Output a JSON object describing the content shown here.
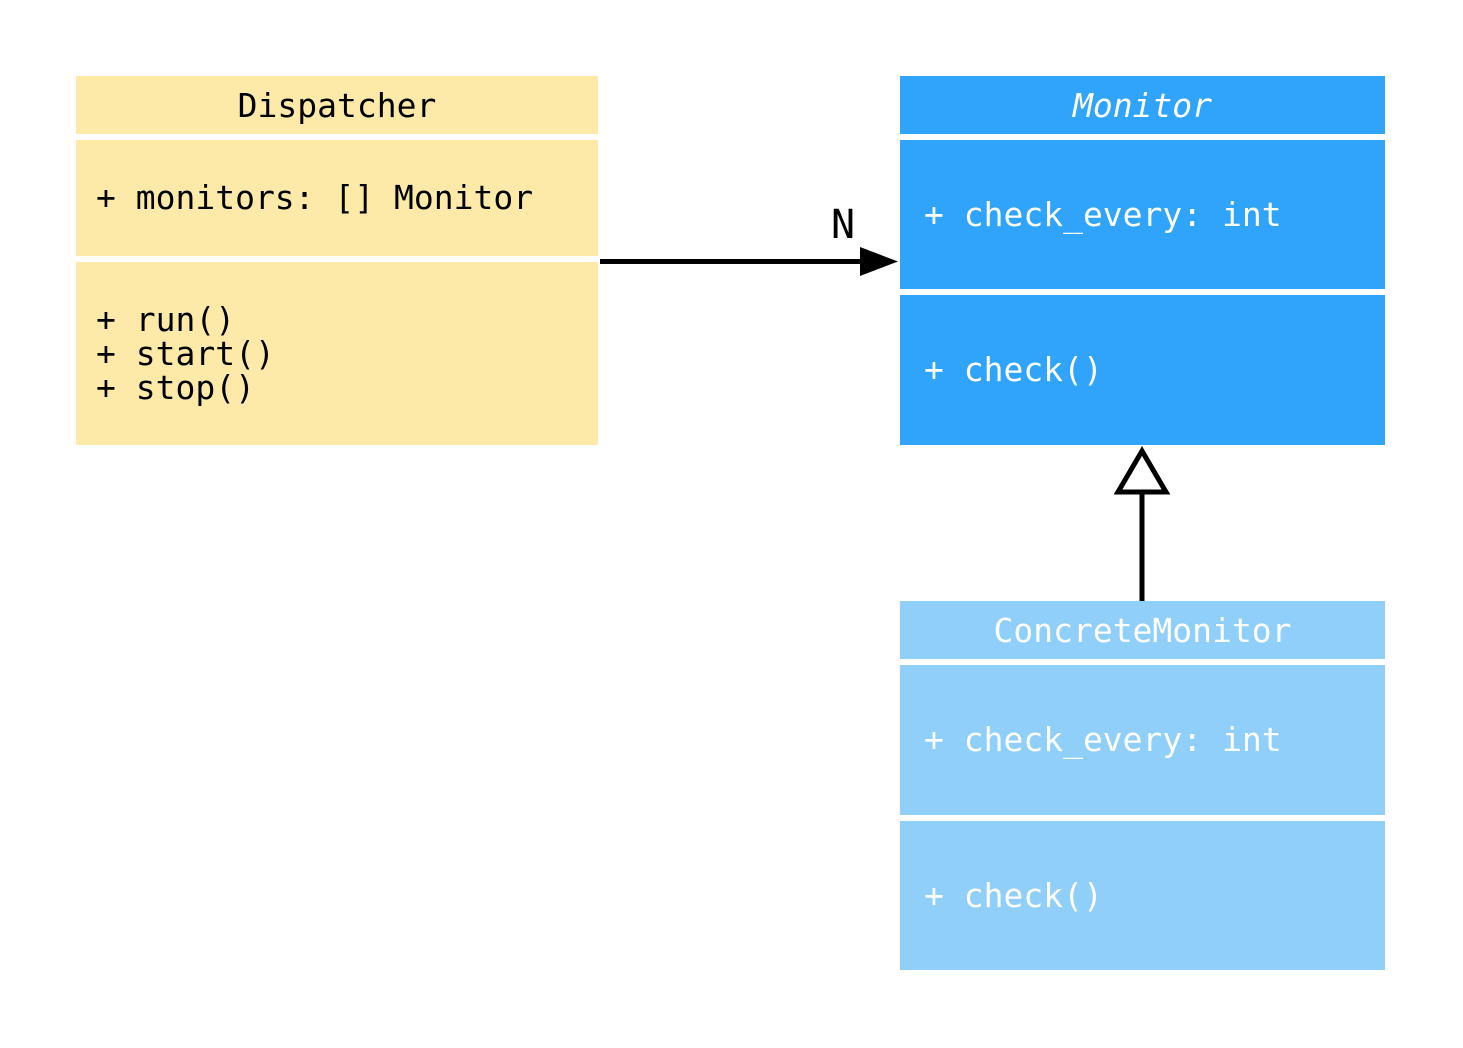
{
  "diagram": {
    "type": "uml-class-diagram",
    "background": "#FFFFFF",
    "classes": [
      {
        "title": "Dispatcher",
        "attributes": [
          "+ monitors: [] Monitor"
        ],
        "methods": [
          "+ run()",
          "+ start()",
          "+ stop()"
        ],
        "fill": "#FDEAA8",
        "text_color": "#000000"
      },
      {
        "title": "Monitor",
        "attributes": [
          "+ check_every: int"
        ],
        "methods": [
          "+ check()"
        ],
        "fill": "#2FA4FA",
        "text_color": "#FFFFFF"
      },
      {
        "title": "ConcreteMonitor",
        "attributes": [
          "+ check_every: int"
        ],
        "methods": [
          "+ check()"
        ],
        "fill": "#8FCFFA",
        "text_color": "#FFFFFF"
      }
    ],
    "relationships": [
      {
        "type": "association",
        "from": "Dispatcher",
        "to": "Monitor",
        "label": "N",
        "line_color": "#000000"
      },
      {
        "type": "inheritance",
        "from": "ConcreteMonitor",
        "to": "Monitor",
        "line_color": "#000000"
      }
    ]
  }
}
